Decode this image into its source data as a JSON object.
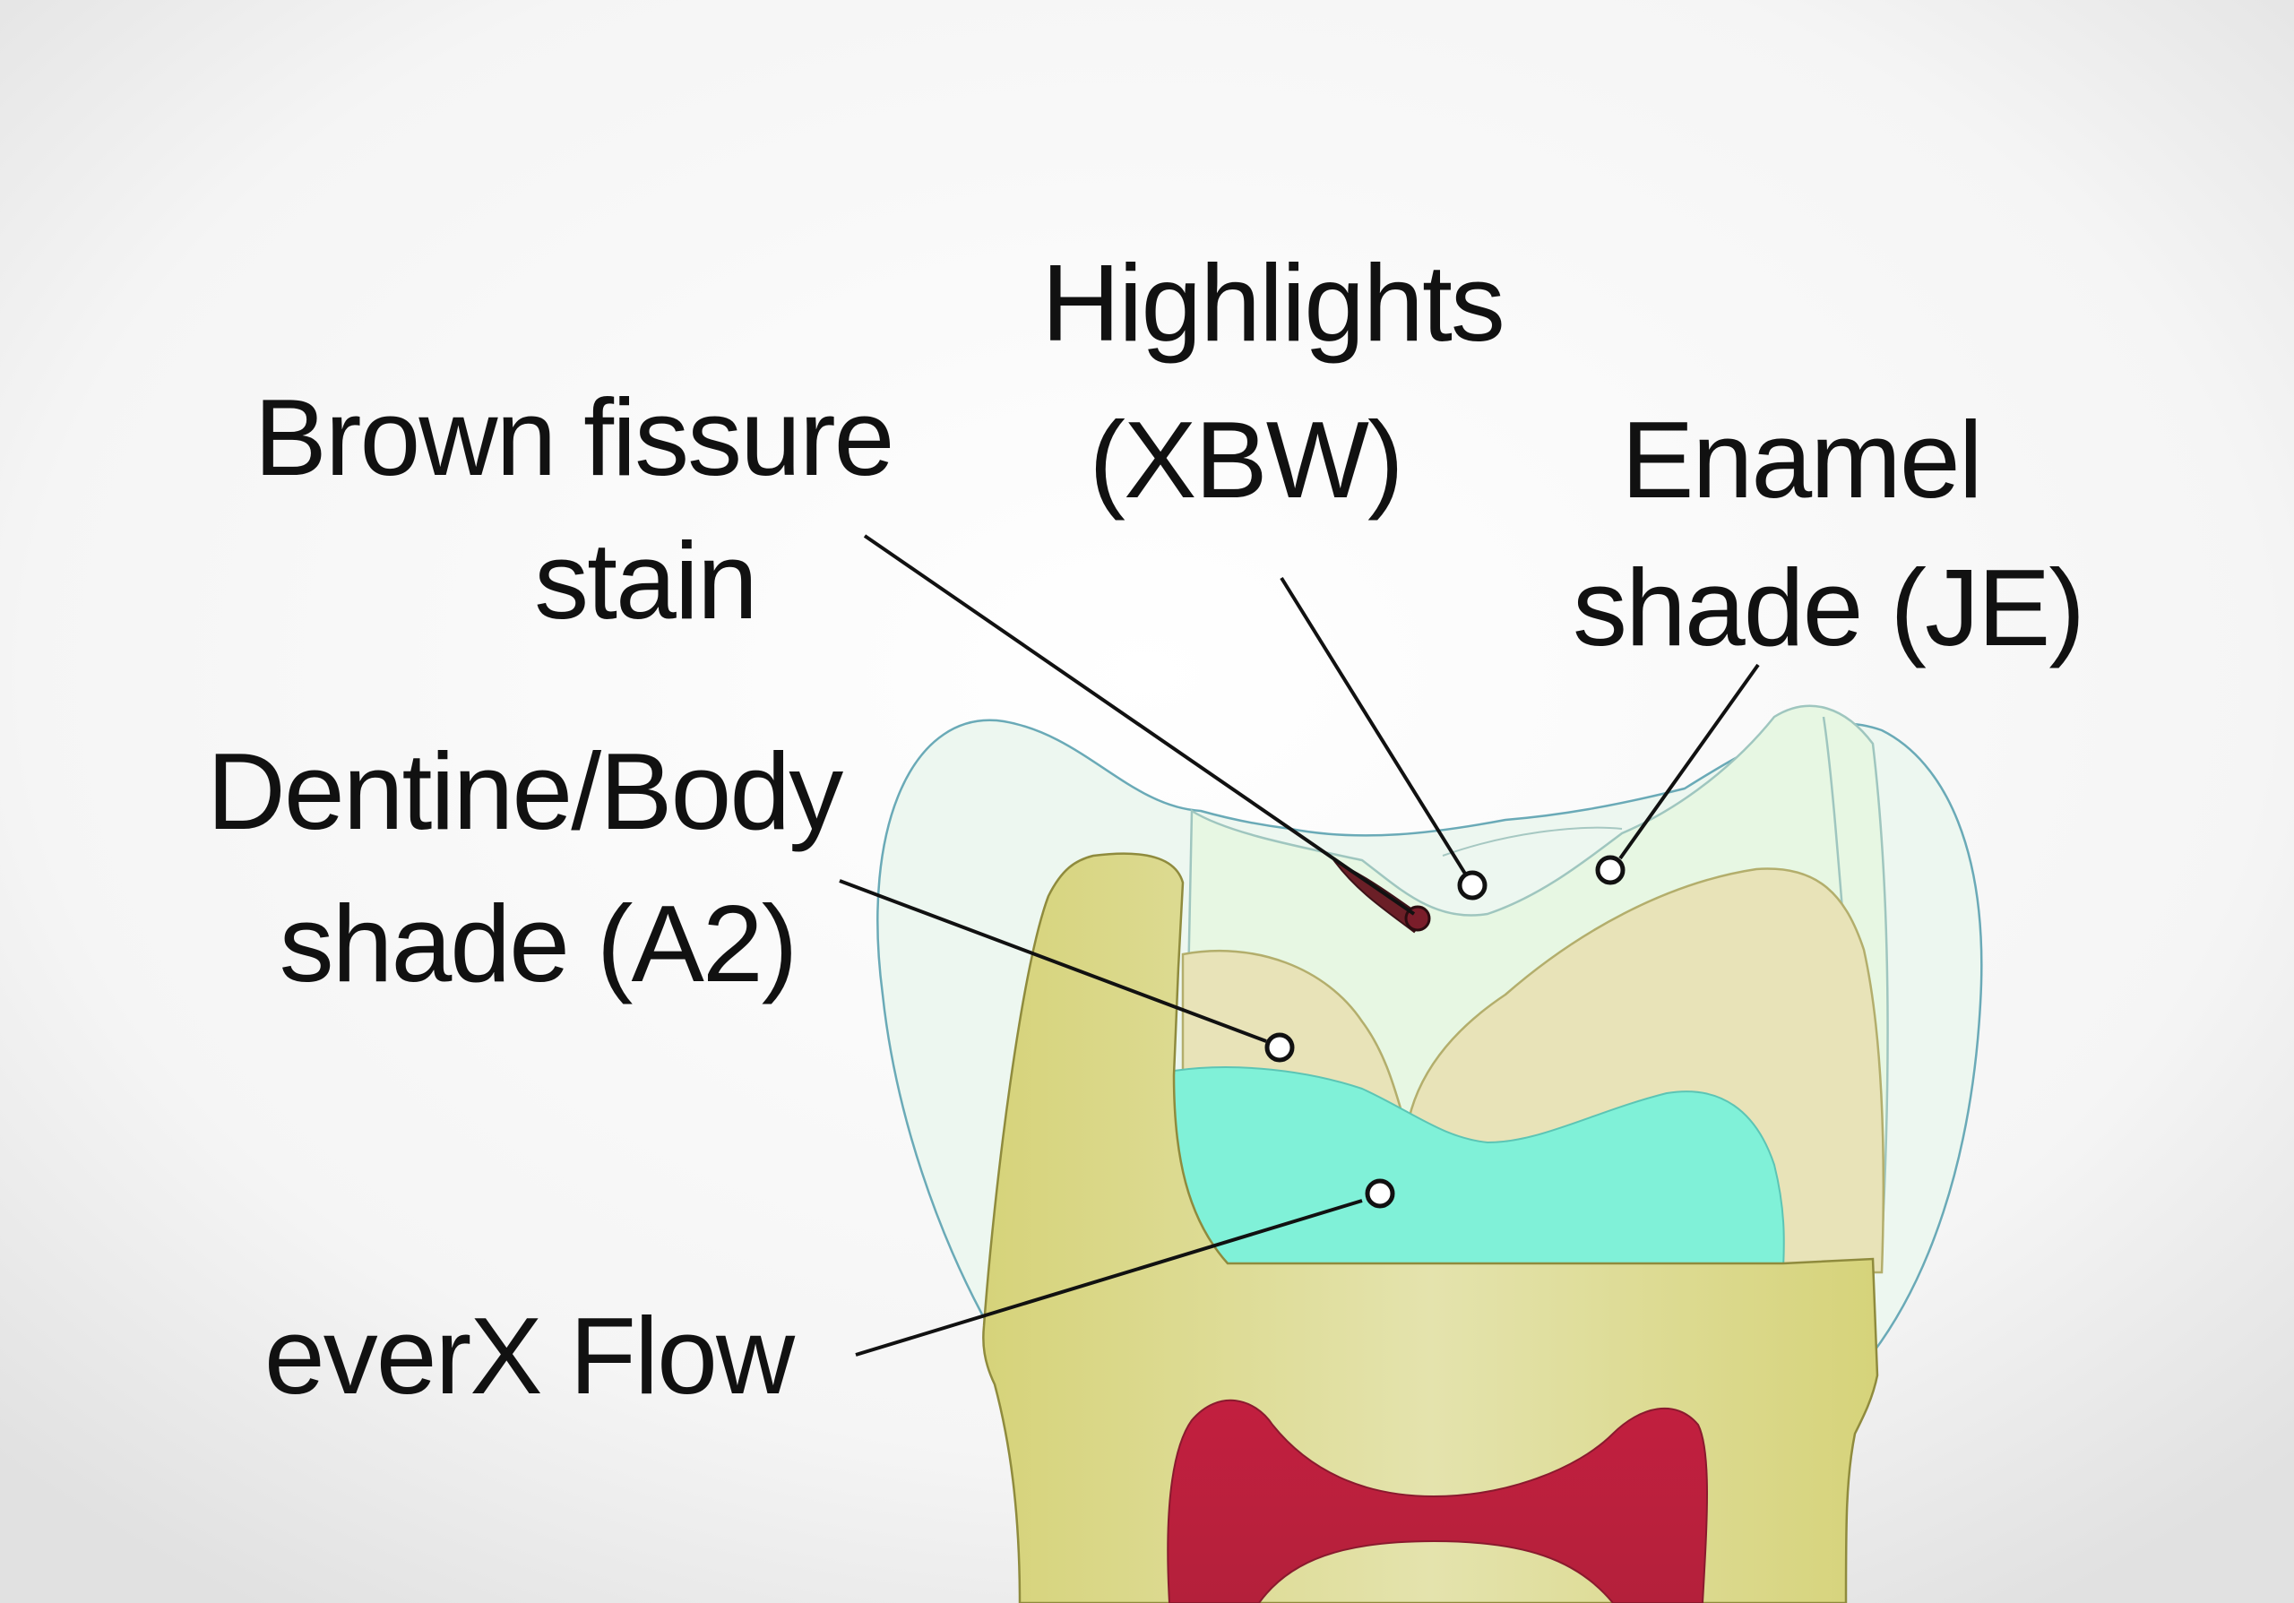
{
  "labels": {
    "highlights_line1": "Highlights",
    "highlights_line2": "(XBW)",
    "brown_line1": "Brown fissure",
    "brown_line2": "stain",
    "enamel_line1": "Enamel",
    "enamel_line2": "shade (JE)",
    "dentine_line1": "Dentine/Body",
    "dentine_line2": "shade (A2)",
    "everx": "everX Flow"
  },
  "colors": {
    "background": "#ececec",
    "enamel_outer": "#e9f6ee",
    "enamel_shade": "#e8f7e4",
    "dentine_body": "#e8e3b8",
    "everx_flow": "#7ff3d8",
    "tooth_structure": "#d9d67f",
    "pulp": "#b71f3c",
    "fissure_stain": "#6b1f27",
    "text": "#111111"
  }
}
